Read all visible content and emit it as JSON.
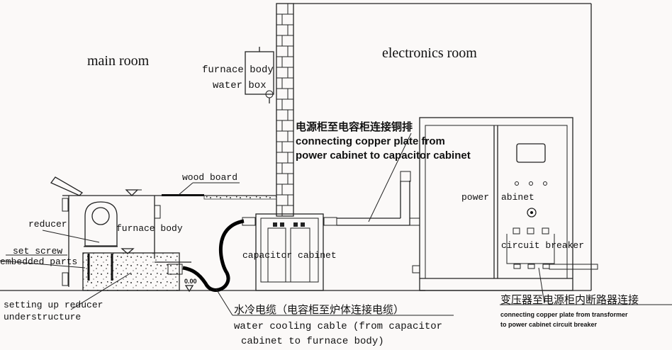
{
  "labels": {
    "main_room": "main room",
    "electronics_room": "electronics room",
    "water_box_line1": "furnace body",
    "water_box_line2": "water box",
    "copper_plate_cn": "电源柜至电容柜连接铜排",
    "copper_plate_en1": "connecting copper plate from",
    "copper_plate_en2": "power cabinet to capacitor cabinet",
    "wood_board": "wood board",
    "reducer": "reducer",
    "furnace_body": "furnace body",
    "set_screw": "set screw",
    "embedded_parts": "embedded parts",
    "understructure1": "setting up reducer",
    "understructure2": "understructure",
    "level": "0.00",
    "capacitor_cabinet": "capacitor cabinet",
    "power_cabinet_a": "power",
    "power_cabinet_b": "abinet",
    "circuit_breaker": "circuit breaker",
    "cable_cn": "水冷电缆（电容柜至炉体连接电缆）",
    "cable_en1": "water cooling cable (from capacitor",
    "cable_en2": "cabinet to furnace body)",
    "transformer_cn": "变压器至电源柜内断路器连接",
    "transformer_en1": "connecting copper plate from transformer",
    "transformer_en2": "to power cabinet circuit breaker"
  }
}
